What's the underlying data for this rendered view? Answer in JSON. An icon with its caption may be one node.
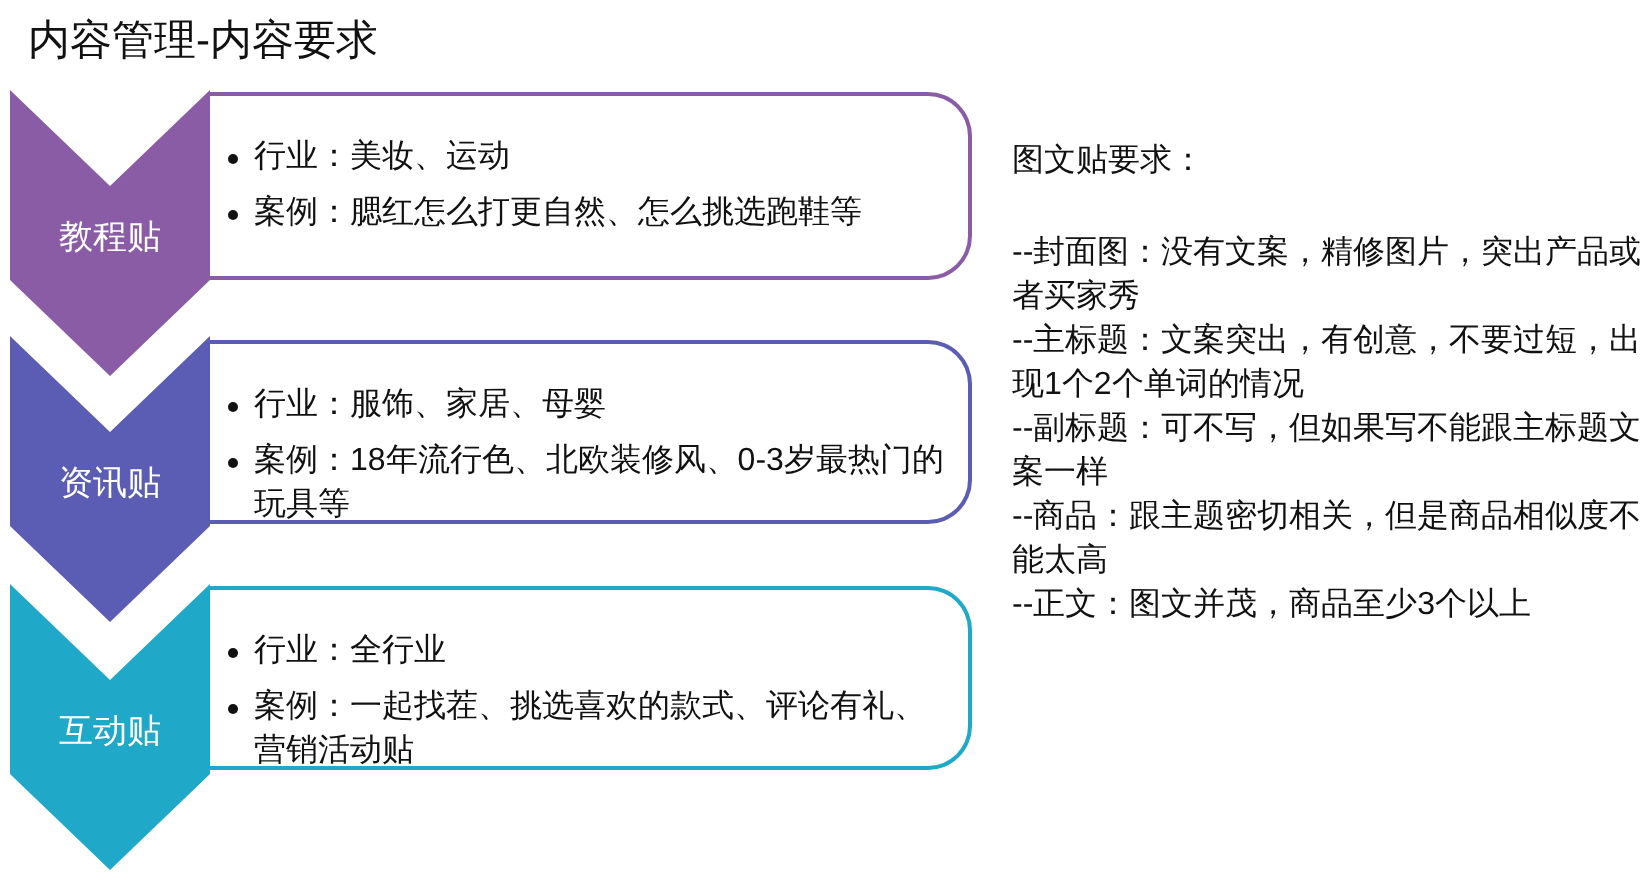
{
  "diagram": {
    "title": "内容管理-内容要求",
    "nodes": [
      {
        "text": [
          "教程贴"
        ]
      },
      {
        "text": [
          "行业：美妆、运动",
          "案例：腮红怎么打更自然、怎么挑选跑鞋等"
        ]
      },
      {
        "text": [
          "资讯贴"
        ]
      },
      {
        "text": [
          "行业：服饰、家居、母婴",
          "案例：18年流行色、北欧装修风、0-3岁最热门的玩具等"
        ]
      },
      {
        "text": [
          "互动贴"
        ]
      },
      {
        "text": [
          "行业：全行业",
          "案例：一起找茬、挑选喜欢的款式、评论有礼、营销活动贴"
        ]
      }
    ],
    "labels": [
      "图文贴要求：",
      "--封面图：没有文案，精修图片，突出产品或者买家秀",
      "--主标题：文案突出，有创意，不要过短，出现1个2个单词的情况",
      "--副标题：可不写，但如果写不能跟主标题文案一样",
      "--商品：跟主题密切相关，但是商品相似度不能太高",
      "--正文：图文并茂，商品至少3个以上"
    ]
  }
}
